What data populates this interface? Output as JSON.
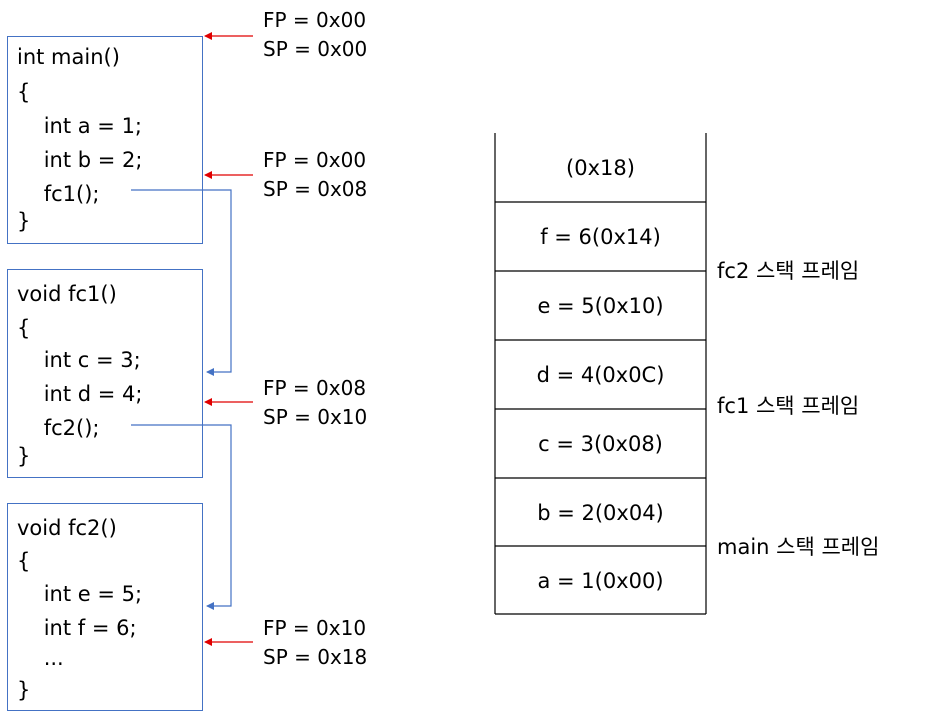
{
  "code_blocks": [
    {
      "lines": [
        "int main()",
        "{",
        "    int a = 1;",
        "    int b = 2;",
        "    fc1();",
        "}"
      ]
    },
    {
      "lines": [
        "void fc1()",
        "{",
        "    int c = 3;",
        "    int d = 4;",
        "    fc2();",
        "}"
      ]
    },
    {
      "lines": [
        "void fc2()",
        "{",
        "    int e = 5;",
        "    int f = 6;",
        "    ...",
        "}"
      ]
    }
  ],
  "pointers": [
    {
      "fp": "FP = 0x00",
      "sp": "SP = 0x00"
    },
    {
      "fp": "FP = 0x00",
      "sp": "SP = 0x08"
    },
    {
      "fp": "FP = 0x08",
      "sp": "SP = 0x10"
    },
    {
      "fp": "FP = 0x10",
      "sp": "SP = 0x18"
    }
  ],
  "stack": {
    "cells": [
      "(0x18)",
      "f = 6(0x14)",
      "e = 5(0x10)",
      "d = 4(0x0C)",
      "c = 3(0x08)",
      "b = 2(0x04)",
      "a = 1(0x00)"
    ],
    "frames": [
      "fc2 스택 프레임",
      "fc1 스택 프레임",
      "main 스택 프레임"
    ]
  },
  "colors": {
    "box_border": "#4472c4",
    "call_arrow": "#4472c4",
    "pointer_arrow": "#e00000",
    "stack_line": "#000000"
  }
}
